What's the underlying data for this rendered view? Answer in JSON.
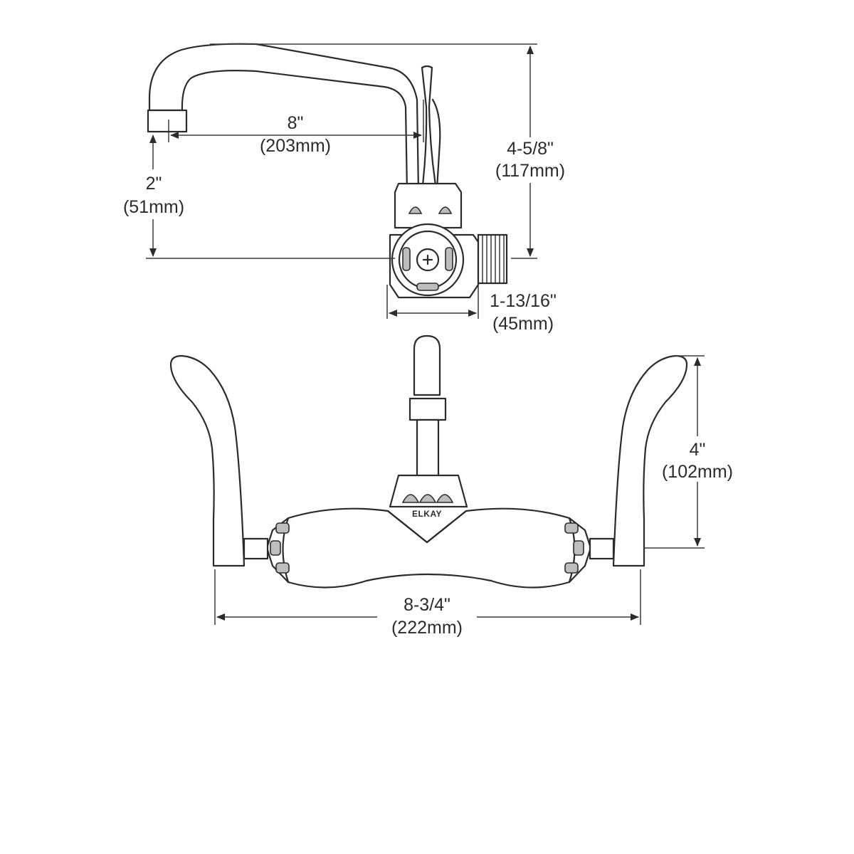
{
  "dimensions": {
    "spout_reach": {
      "imperial": "8\"",
      "metric": "(203mm)"
    },
    "spout_drop": {
      "imperial": "2\"",
      "metric": "(51mm)"
    },
    "spout_height": {
      "imperial": "4-5/8\"",
      "metric": "(117mm)"
    },
    "body_depth": {
      "imperial": "1-13/16\"",
      "metric": "(45mm)"
    },
    "handle_height": {
      "imperial": "4\"",
      "metric": "(102mm)"
    },
    "overall_width": {
      "imperial": "8-3/4\"",
      "metric": "(222mm)"
    }
  },
  "brand": "ELKAY"
}
